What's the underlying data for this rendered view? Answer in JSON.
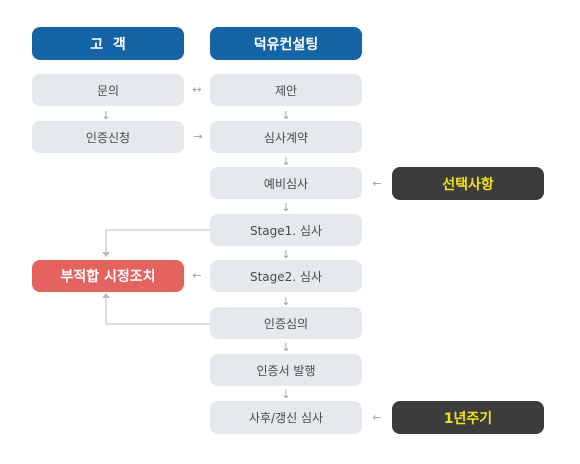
{
  "headers": {
    "customer": "고  객",
    "consulting": "덕유컨설팅"
  },
  "customer_steps": {
    "inquiry": "문의",
    "application": "인증신청"
  },
  "consulting_steps": [
    "제안",
    "심사계약",
    "예비심사",
    "Stage1. 심사",
    "Stage2. 심사",
    "인증심의",
    "인증서 발행",
    "사후/갱신 심사"
  ],
  "side_labels": {
    "optional": "선택사항",
    "yearly": "1년주기",
    "nonconformity": "부적합 시정조치"
  },
  "colors": {
    "header": "#1565a6",
    "step": "#e6e9ec",
    "highlight_box": "#3c3c3c",
    "highlight_text": "#f1e11b",
    "alert": "#e6625f"
  }
}
